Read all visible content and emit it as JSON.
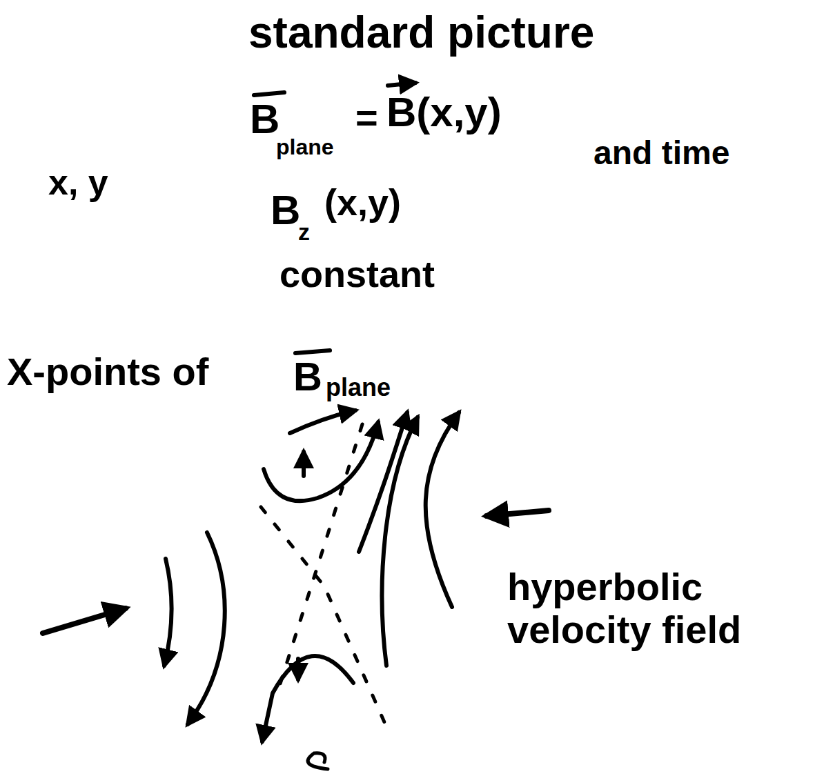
{
  "diagram": {
    "labels": [
      "standard picture",
      "B",
      "plane",
      "=",
      "B(x,y)",
      "and time",
      "x, y",
      "B",
      "z",
      "(x,y)",
      "constant",
      "X-points of",
      "B",
      "plane",
      "hyperbolic velocity field"
    ]
  }
}
